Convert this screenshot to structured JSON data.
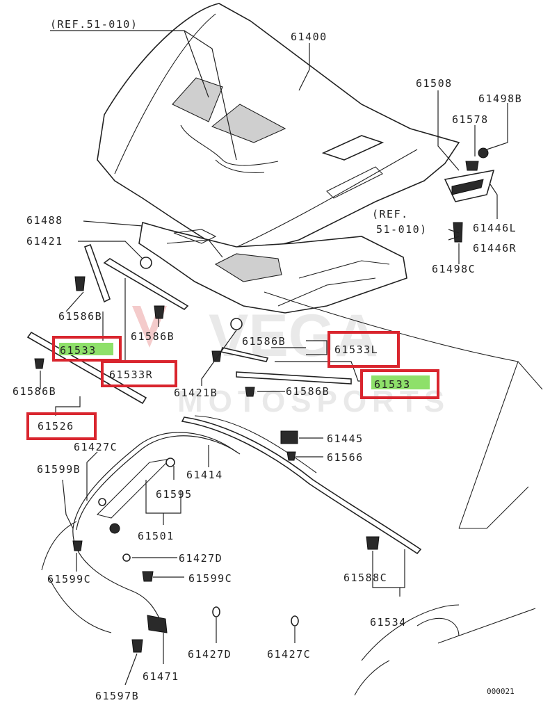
{
  "colors": {
    "highlight_box": "#d9252e",
    "highlight_fill": "#8ee06a",
    "line": "#222222",
    "watermark": "#d8d8d8"
  },
  "watermark": {
    "logo_text": "VEGA",
    "sub_text": "MOTOSPORTS"
  },
  "callouts": {
    "ref_top": "(REF.51-010)",
    "hood": "61400",
    "p61508": "61508",
    "p61498B": "61498B",
    "p61578": "61578",
    "ref_right_1": "(REF.",
    "ref_right_2": "51-010)",
    "p61446L": "61446L",
    "p61446R": "61446R",
    "p61498C": "61498C",
    "p61488": "61488",
    "p61421": "61421",
    "p61586B_a": "61586B",
    "p61533_a": "61533",
    "p61586B_b": "61586B",
    "p61533R": "61533R",
    "p61586B_c": "61586B",
    "p61533L": "61533L",
    "p61586B_d": "61586B",
    "p61533_b": "61533",
    "p61586B_e": "61586B",
    "p61421B": "61421B",
    "p61526": "61526",
    "p61445": "61445",
    "p61427C_a": "61427C",
    "p61566": "61566",
    "p61599B": "61599B",
    "p61414": "61414",
    "p61595": "61595",
    "p61501": "61501",
    "p61427D_a": "61427D",
    "p61599C_a": "61599C",
    "p61599C_b": "61599C",
    "p61588C": "61588C",
    "p61534": "61534",
    "p61427D_b": "61427D",
    "p61427C_b": "61427C",
    "p61471": "61471",
    "p61597B": "61597B",
    "code": "000021"
  }
}
